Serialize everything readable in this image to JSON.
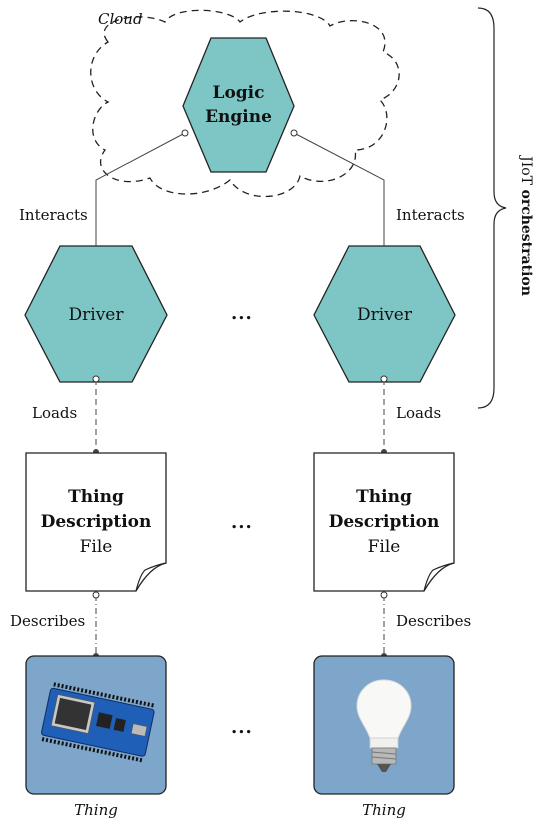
{
  "cloud_label": "Cloud",
  "logic_engine": {
    "line1": "Logic",
    "line2": "Engine"
  },
  "drivers": [
    {
      "label": "Driver",
      "edge_label": "Interacts"
    },
    {
      "label": "Driver",
      "edge_label": "Interacts"
    }
  ],
  "loads_labels": [
    "Loads",
    "Loads"
  ],
  "documents": [
    {
      "line1": "Thing",
      "line2": "Description",
      "line3": "File",
      "edge_label": "Describes"
    },
    {
      "line1": "Thing",
      "line2": "Description",
      "line3": "File",
      "edge_label": "Describes"
    }
  ],
  "things": [
    {
      "caption": "Thing",
      "image": "microcontroller-board"
    },
    {
      "caption": "Thing",
      "image": "smart-light-bulb"
    }
  ],
  "ellipsis": "...",
  "orchestration": {
    "prefix": "JIoT",
    "bold": "orchestration"
  },
  "colors": {
    "hexagon_fill": "#7ec6c6",
    "thing_bg": "#7ea6ca",
    "stroke": "#222222"
  }
}
